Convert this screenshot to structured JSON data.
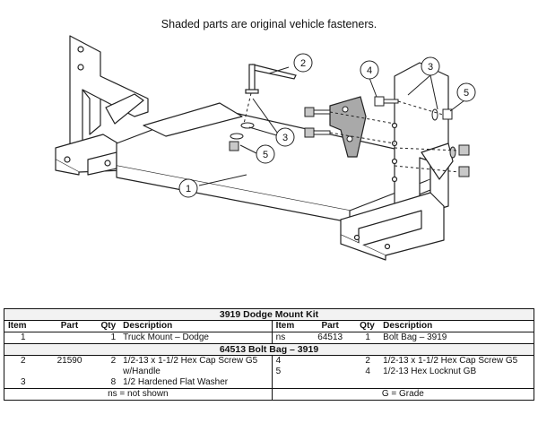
{
  "note": "Shaded parts are original vehicle fasteners.",
  "callouts": [
    "1",
    "2",
    "3",
    "3",
    "4",
    "5",
    "5"
  ],
  "table": {
    "kit_title": "3919  Dodge Mount Kit",
    "headers": [
      "Item",
      "Part",
      "Qty",
      "Description",
      "Item",
      "Part",
      "Qty",
      "Description"
    ],
    "row1": {
      "left": {
        "item": "1",
        "part": "",
        "qty": "1",
        "desc": "Truck Mount – Dodge"
      },
      "right": {
        "item": "ns",
        "part": "64513",
        "qty": "1",
        "desc": "Bolt Bag – 3919"
      }
    },
    "bag_title": "64513  Bolt Bag – 3919",
    "bag_rows": [
      {
        "left": {
          "item": "2",
          "part": "21590",
          "qty": "2",
          "desc": "1/2-13 x 1-1/2 Hex Cap Screw G5 w/Handle"
        },
        "right": {
          "item": "4",
          "part": "",
          "qty": "2",
          "desc": "1/2-13 x 1-1/2 Hex Cap Screw G5"
        }
      },
      {
        "left": {
          "item": "",
          "part": "",
          "qty": "",
          "desc": ""
        },
        "right": {
          "item": "5",
          "part": "",
          "qty": "4",
          "desc": "1/2-13 Hex Locknut GB"
        }
      },
      {
        "left": {
          "item": "3",
          "part": "",
          "qty": "8",
          "desc": "1/2 Hardened Flat Washer"
        },
        "right": {
          "item": "",
          "part": "",
          "qty": "",
          "desc": ""
        }
      }
    ],
    "footer_left": "ns = not shown",
    "footer_right": "G = Grade"
  }
}
